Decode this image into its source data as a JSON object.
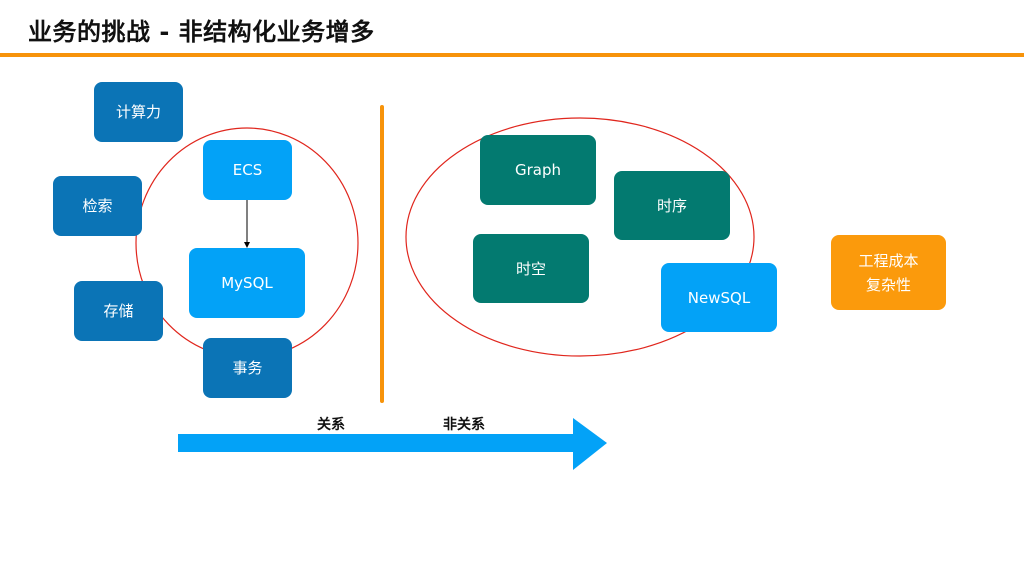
{
  "title": "业务的挑战 - 非结构化业务增多",
  "colors": {
    "accent": "#f7930a",
    "dark_blue": "#0b74b6",
    "light_blue": "#03a2f7",
    "teal": "#037a70",
    "orange": "#fb9a0c",
    "ellipse": "#e0261d"
  },
  "left_group": {
    "surrounding": [
      "计算力",
      "检索",
      "存储",
      "事务"
    ],
    "core": [
      "ECS",
      "MySQL"
    ],
    "edge": "ECS → MySQL"
  },
  "right_group": {
    "nodes": [
      "Graph",
      "时序",
      "时空",
      "NewSQL"
    ]
  },
  "outcome": {
    "line1": "工程成本",
    "line2": "复杂性"
  },
  "axis": {
    "label_relational": "关系",
    "label_nonrelational": "非关系"
  }
}
